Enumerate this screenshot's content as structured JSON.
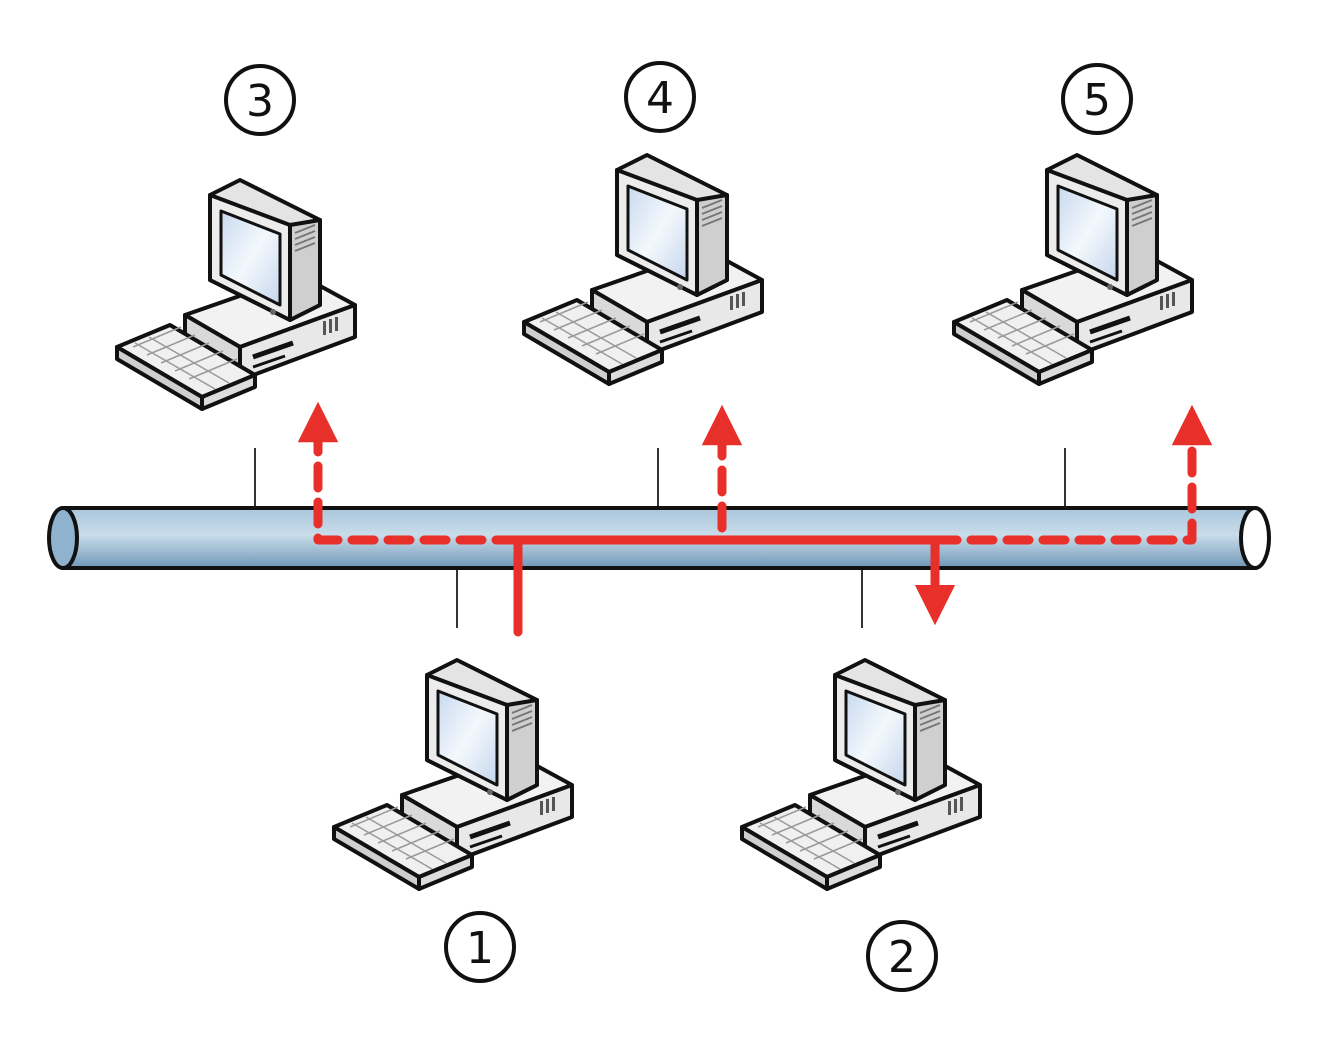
{
  "diagram": {
    "type": "bus-network-broadcast",
    "colors": {
      "bus_fill": "#8fb3cf",
      "bus_highlight": "#c9dcea",
      "signal": "#e8302a",
      "outline": "#111111",
      "computer_body": "#e6e6e6",
      "screen": "#d8e6f5"
    },
    "nodes": [
      {
        "id": "1",
        "label": "①",
        "position": "below-bus",
        "role": "sender"
      },
      {
        "id": "2",
        "label": "②",
        "position": "below-bus",
        "role": "recipient"
      },
      {
        "id": "3",
        "label": "③",
        "position": "above-bus",
        "role": "non-recipient"
      },
      {
        "id": "4",
        "label": "④",
        "position": "above-bus",
        "role": "non-recipient"
      },
      {
        "id": "5",
        "label": "⑤",
        "position": "above-bus",
        "role": "non-recipient"
      }
    ],
    "edges": [
      {
        "from": "1",
        "to": "2",
        "style": "solid",
        "meaning": "delivered"
      },
      {
        "from": "1",
        "to": "3",
        "style": "dashed",
        "meaning": "ignored"
      },
      {
        "from": "1",
        "to": "4",
        "style": "dashed",
        "meaning": "ignored"
      },
      {
        "from": "1",
        "to": "5",
        "style": "dashed",
        "meaning": "ignored"
      }
    ]
  }
}
